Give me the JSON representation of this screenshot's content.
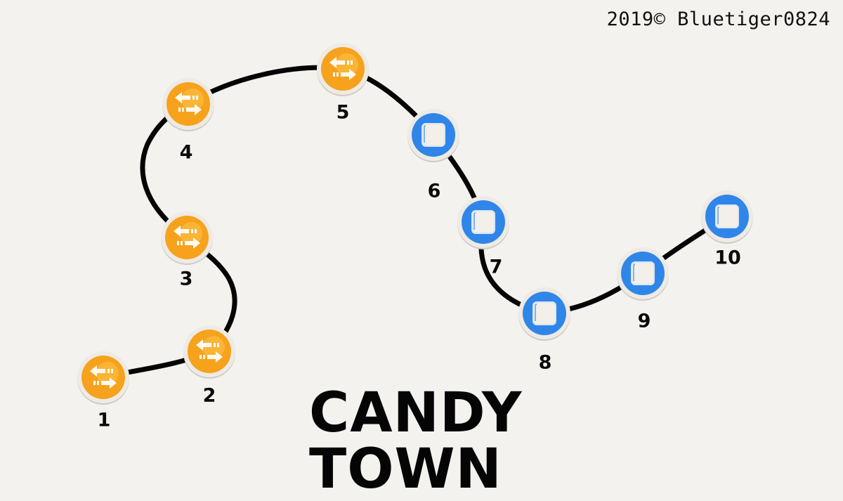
{
  "copyright": "2019© Bluetiger0824",
  "title": "CANDY TOWN",
  "colors": {
    "background": "#f4f2ef",
    "path": "#050505",
    "orange_node": "#f7a21c",
    "blue_node": "#2f86e8",
    "node_rim": "#eeeae4"
  },
  "levels": [
    {
      "number": "1",
      "type": "swap",
      "icon": "swap-arrows-icon"
    },
    {
      "number": "2",
      "type": "swap",
      "icon": "swap-arrows-icon"
    },
    {
      "number": "3",
      "type": "swap",
      "icon": "swap-arrows-icon"
    },
    {
      "number": "4",
      "type": "swap",
      "icon": "swap-arrows-icon"
    },
    {
      "number": "5",
      "type": "swap",
      "icon": "swap-arrows-icon"
    },
    {
      "number": "6",
      "type": "block",
      "icon": "square-block-icon"
    },
    {
      "number": "7",
      "type": "block",
      "icon": "square-block-icon"
    },
    {
      "number": "8",
      "type": "block",
      "icon": "square-block-icon"
    },
    {
      "number": "9",
      "type": "block",
      "icon": "square-block-icon"
    },
    {
      "number": "10",
      "type": "block",
      "icon": "square-block-icon"
    }
  ]
}
